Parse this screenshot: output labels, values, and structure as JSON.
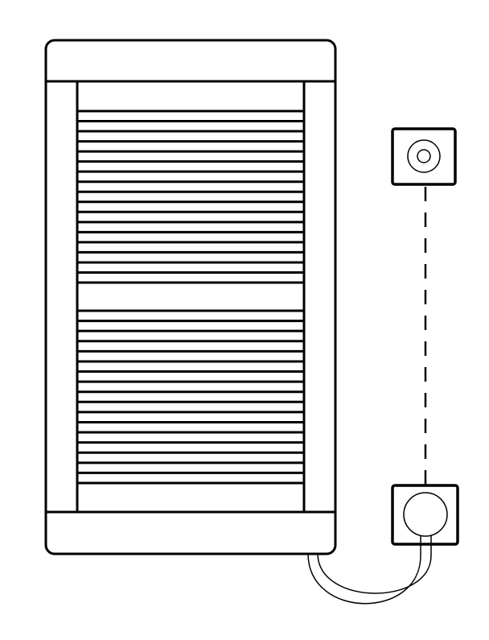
{
  "diagram": {
    "subject": "towel-radiator-with-sockets",
    "stroke_color": "#000000",
    "background": "#ffffff",
    "upper_bar_count": 18,
    "lower_bar_count": 18
  }
}
